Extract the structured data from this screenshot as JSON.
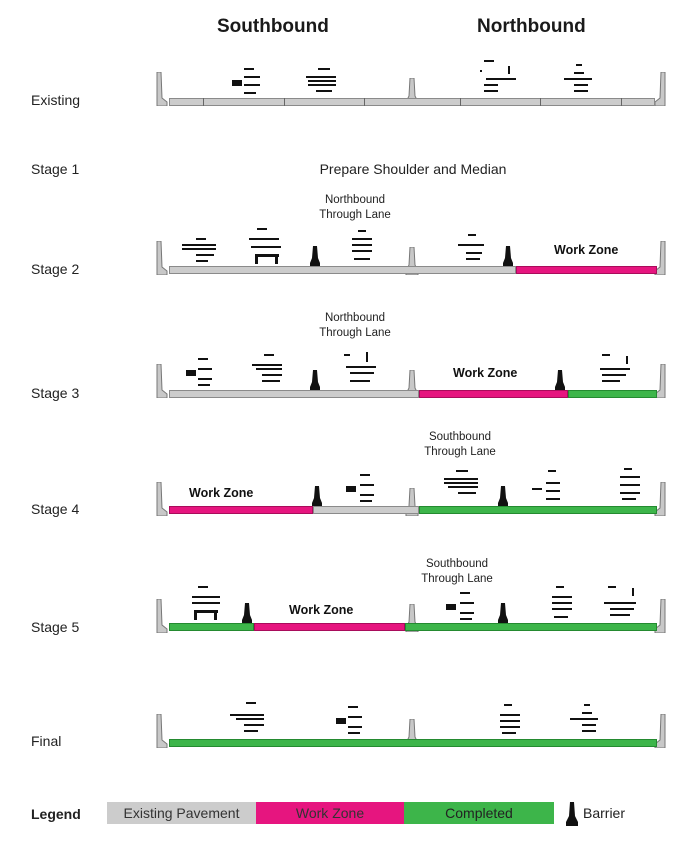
{
  "headers": {
    "southbound": "Southbound",
    "northbound": "Northbound"
  },
  "stages": {
    "existing": "Existing",
    "stage1": "Stage 1",
    "stage2": "Stage 2",
    "stage3": "Stage 3",
    "stage4": "Stage 4",
    "stage5": "Stage 5",
    "final": "Final"
  },
  "stage1_note": "Prepare Shoulder and Median",
  "notes": {
    "stage2_line1": "Northbound",
    "stage2_line2": "Through Lane",
    "stage3_line1": "Northbound",
    "stage3_line2": "Through Lane",
    "stage4_line1": "Southbound",
    "stage4_line2": "Through Lane",
    "stage5_line1": "Southbound",
    "stage5_line2": "Through Lane"
  },
  "work_zone_label": "Work Zone",
  "legend": {
    "title": "Legend",
    "existing": "Existing Pavement",
    "work_zone": "Work Zone",
    "completed": "Completed",
    "barrier": "Barrier"
  },
  "colors": {
    "existing_pavement": "#cccccc",
    "work_zone": "#e6157f",
    "completed": "#3db54a",
    "barrier": "#111111"
  },
  "icons": {
    "barrier": "barrier-icon",
    "curb": "curb-icon",
    "median": "median-icon",
    "vehicle": "vehicle-icon"
  }
}
